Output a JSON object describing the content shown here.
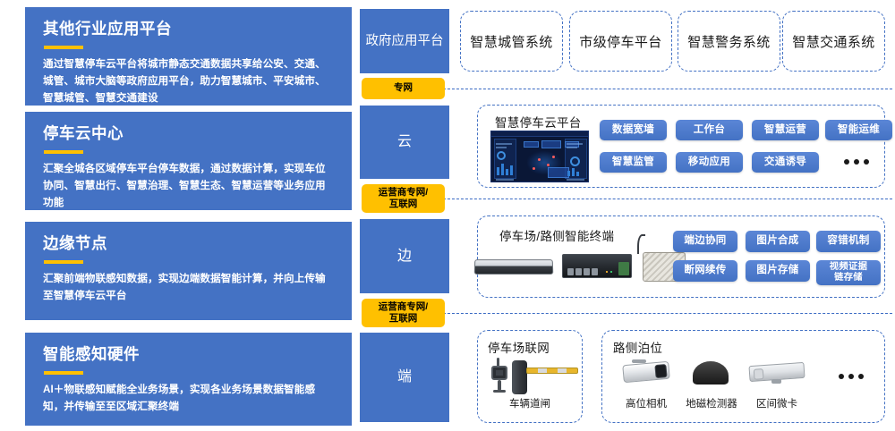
{
  "left_panels": [
    {
      "title": "其他行业应用平台",
      "body": "通过智慧停车云平台将城市静态交通数据共享给公安、交通、城管、城市大脑等政府应用平台，助力智慧城市、平安城市、智慧城管、智慧交通建设"
    },
    {
      "title": "停车云中心",
      "body": "汇聚全城各区域停车平台停车数据，通过数据计算，实现车位协同、智慧出行、智慧治理、智慧生态、智慧运营等业务应用功能"
    },
    {
      "title": "边缘节点",
      "body": "汇聚前端物联感知数据，实现边端数据智能计算，并向上传输至智慧停车云平台"
    },
    {
      "title": "智能感知硬件",
      "body": "AI＋物联感知赋能全业务场景，实现各业务场景数据智能感知，并传输至至区域汇聚终端"
    }
  ],
  "layers": [
    {
      "label": "政府应用平台"
    },
    {
      "label": "云"
    },
    {
      "label": "边"
    },
    {
      "label": "端"
    }
  ],
  "network_badges": [
    {
      "label": "专网"
    },
    {
      "label": "运营商专网/互联网",
      "line1": "运营商专网/",
      "line2": "互联网"
    },
    {
      "label": "运营商专网/互联网",
      "line1": "运营商专网/",
      "line2": "互联网"
    }
  ],
  "government_systems": [
    {
      "label": "智慧城管系统"
    },
    {
      "label": "市级停车平台"
    },
    {
      "label": "智慧警务系统"
    },
    {
      "label": "智慧交通系统"
    }
  ],
  "cloud": {
    "heading": "智慧停车云平台",
    "buttons": [
      {
        "label": "数据宽墙"
      },
      {
        "label": "工作台"
      },
      {
        "label": "智慧运营"
      },
      {
        "label": "智能运维"
      },
      {
        "label": "智慧监管"
      },
      {
        "label": "移动应用"
      },
      {
        "label": "交通诱导"
      }
    ],
    "more": "•••"
  },
  "edge": {
    "heading": "停车场/路侧智能终端",
    "buttons": [
      {
        "label": "端边协同"
      },
      {
        "label": "图片合成"
      },
      {
        "label": "容错机制"
      },
      {
        "label": "断网续传"
      },
      {
        "label": "图片存储"
      },
      {
        "label": "视频证据链存储",
        "line1": "视频证据",
        "line2": "链存储"
      }
    ]
  },
  "terminal": {
    "group_parking": {
      "heading": "停车场联网",
      "devices": [
        {
          "label": "车辆道闸",
          "icon": "parking-gate-icon"
        }
      ]
    },
    "group_roadside": {
      "heading": "路侧泊位",
      "devices": [
        {
          "label": "高位相机",
          "icon": "bullet-camera-icon"
        },
        {
          "label": "地磁检测器",
          "icon": "geomagnetic-detector-icon"
        },
        {
          "label": "区间微卡",
          "icon": "box-camera-icon"
        }
      ],
      "more": "•••"
    }
  },
  "colors": {
    "brand_blue": "#4472C4",
    "accent_yellow": "#FFC000",
    "panel_text": "#FFFFFF",
    "dash_border": "#4472C4",
    "body_text": "#1A1A1A"
  }
}
